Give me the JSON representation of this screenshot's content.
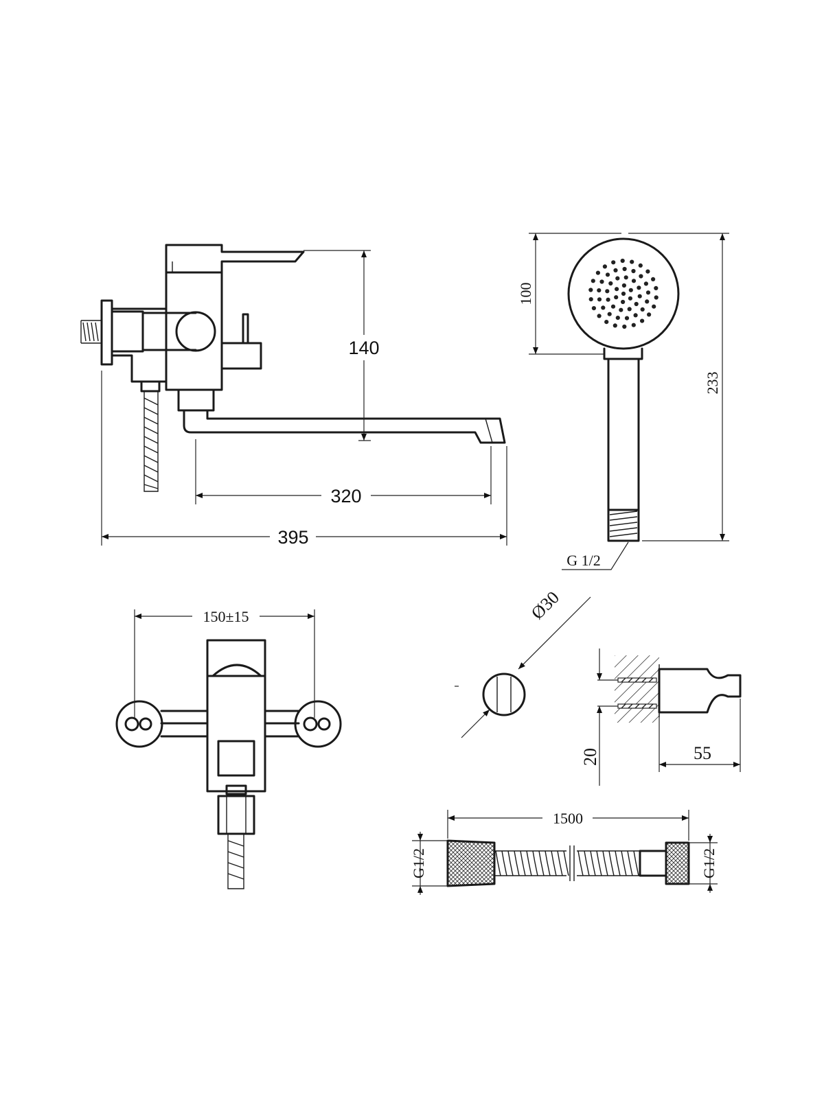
{
  "dimensions": {
    "mixer_height": "140",
    "spout_reach": "320",
    "total_length": "395",
    "head_diameter": "100",
    "shower_length": "233",
    "shower_thread": "G 1/2",
    "center_distance": "150±15",
    "holder_diameter": "Ø30",
    "holder_hole": "20",
    "holder_depth": "55",
    "hose_length": "1500",
    "hose_thread_left": "G1/2",
    "hose_thread_right": "G1/2"
  }
}
